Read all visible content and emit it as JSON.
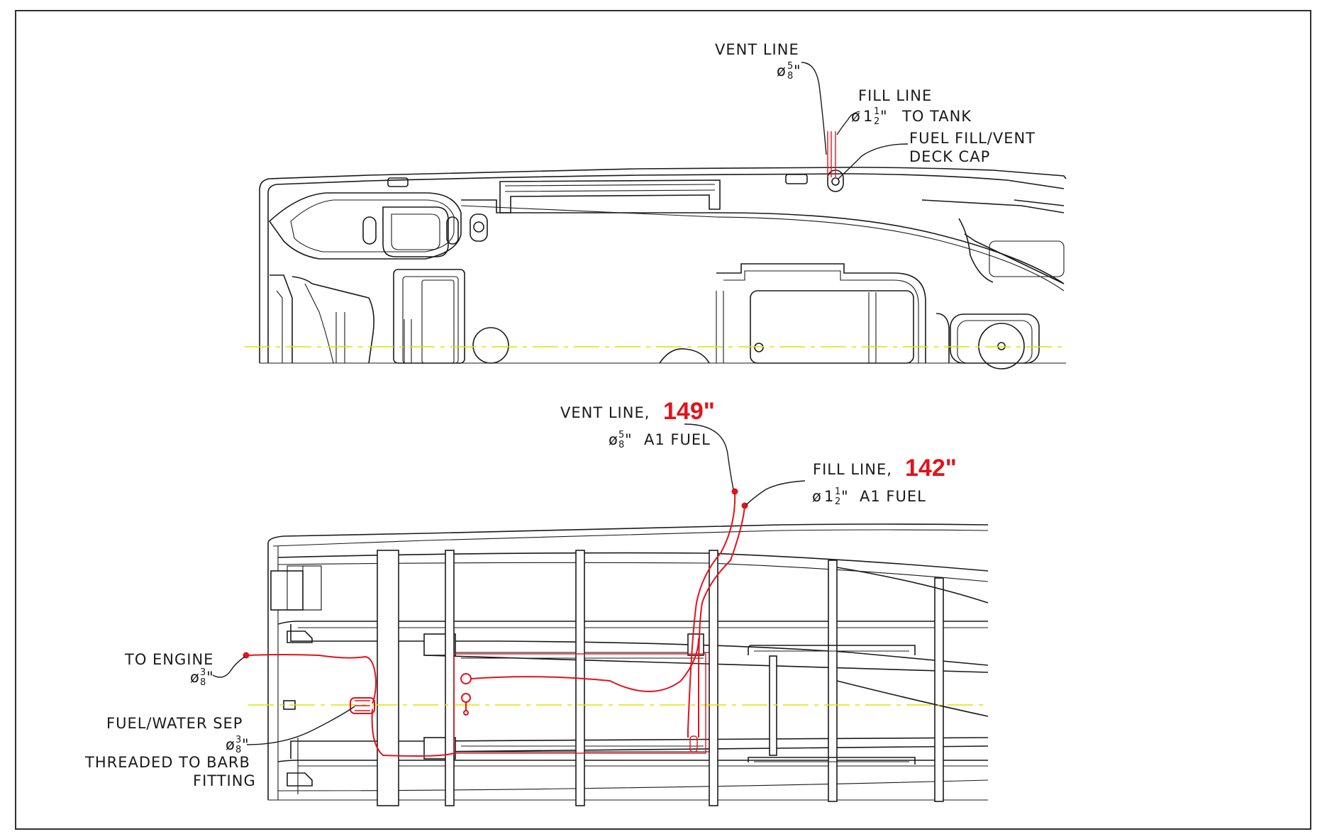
{
  "colors": {
    "accent_red": "#e3121b",
    "centerline_yellow": "#e3e000",
    "ink": "#1a1a1a",
    "background": "#ffffff"
  },
  "top_view": {
    "vent_line": {
      "label": "VENT LINE",
      "dia_sym": "ø",
      "num": "5",
      "den": "8",
      "unit": "\""
    },
    "fill_line": {
      "label": "FILL LINE",
      "dia_sym": "ø",
      "whole": "1",
      "num": "1",
      "den": "2",
      "unit": "\"",
      "suffix": "TO TANK"
    },
    "deck_cap": {
      "line1": "FUEL FILL/VENT",
      "line2": "DECK CAP"
    }
  },
  "bottom_view": {
    "vent_line": {
      "label": "VENT LINE,",
      "length": "149\"",
      "dia_sym": "ø",
      "num": "5",
      "den": "8",
      "unit": "\"",
      "suffix": "A1 FUEL"
    },
    "fill_line": {
      "label": "FILL LINE,",
      "length": "142\"",
      "dia_sym": "ø",
      "whole": "1",
      "num": "1",
      "den": "2",
      "unit": "\"",
      "suffix": "A1 FUEL"
    },
    "to_engine": {
      "label": "TO ENGINE",
      "dia_sym": "ø",
      "num": "3",
      "den": "8",
      "unit": "\""
    },
    "separator": {
      "label": "FUEL/WATER SEP",
      "dia_sym": "ø",
      "num": "3",
      "den": "8",
      "unit": "\"",
      "line3": "THREADED TO BARB",
      "line4": "FITTING"
    }
  }
}
